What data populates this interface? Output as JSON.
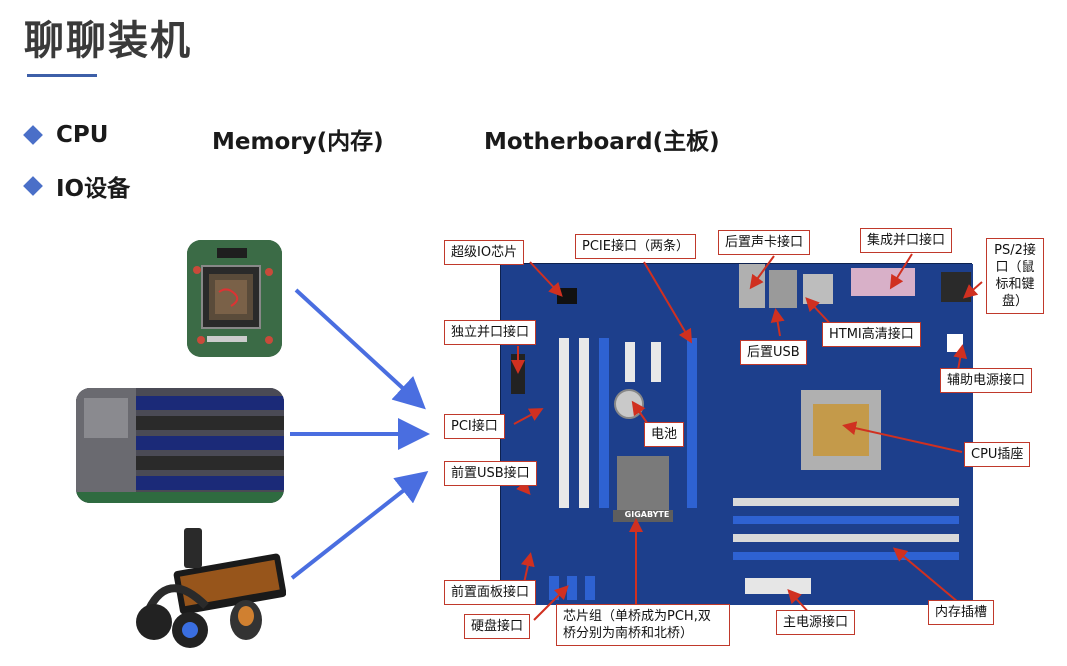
{
  "page": {
    "title": "聊聊装机"
  },
  "bullets": {
    "cpu": "CPU",
    "memory": "Memory(内存)",
    "motherboard": "Motherboard(主板)",
    "io": "IO设备"
  },
  "thumbnails": [
    "cpu-socket-photo",
    "memory-slots-photo",
    "keyboard-headset-photo"
  ],
  "board": {
    "brand": "GIGABYTE"
  },
  "labels": {
    "super_io_chip": "超级IO芯片",
    "pcie_slots": "PCIE接口（两条）",
    "rear_audio": "后置声卡接口",
    "parallel_port": "集成并口接口",
    "ps2_port": "PS/2接口（鼠标和键盘）",
    "independent_parallel": "独立并口接口",
    "rear_usb": "后置USB",
    "hdmi_port": "HTMI高清接口",
    "aux_power": "辅助电源接口",
    "pci_slot": "PCI接口",
    "battery": "电池",
    "cpu_socket": "CPU插座",
    "front_usb": "前置USB接口",
    "front_panel": "前置面板接口",
    "hdd_port": "硬盘接口",
    "chipset": "芯片组（单桥成为PCH,双桥分别为南桥和北桥）",
    "main_power": "主电源接口",
    "memory_slots": "内存插槽"
  },
  "colors": {
    "arrow_blue": "#4a6ee0",
    "callout_red": "#d03020",
    "diamond_blue": "#4a6fc8",
    "board_blue": "#1d3f8c"
  }
}
